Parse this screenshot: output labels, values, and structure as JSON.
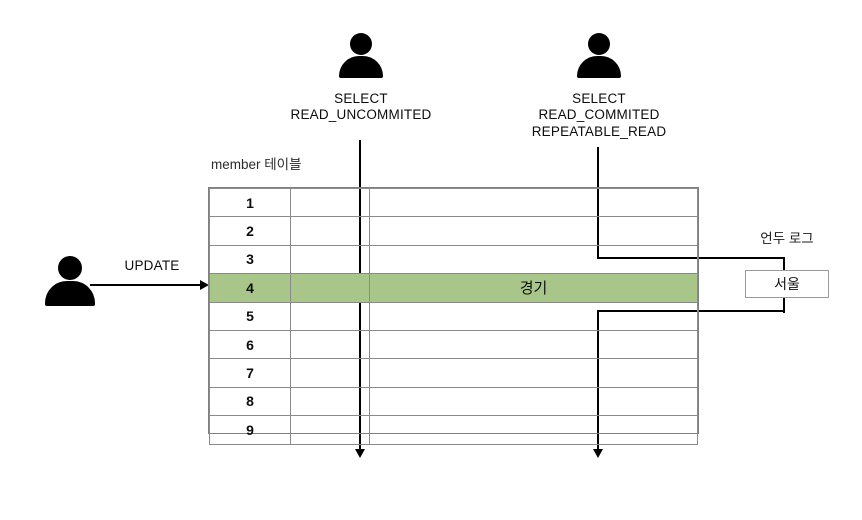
{
  "diagram": {
    "title": "MySQL transaction isolation level / undo log diagram",
    "colors": {
      "highlight_row": "#a9c68a",
      "stroke": "#000000",
      "table_border": "#808080"
    }
  },
  "actors": {
    "writer": {
      "icon": "person-icon",
      "action_label": "UPDATE"
    },
    "reader_uncommitted": {
      "icon": "person-icon",
      "lines": [
        "SELECT",
        "READ_UNCOMMITED"
      ]
    },
    "reader_committed": {
      "icon": "person-icon",
      "lines": [
        "SELECT",
        "READ_COMMITED",
        "REPEATABLE_READ"
      ]
    }
  },
  "member_table": {
    "title": "member 테이블",
    "rows": [
      {
        "id": "1",
        "mid": "",
        "value": "",
        "highlight": false
      },
      {
        "id": "2",
        "mid": "",
        "value": "",
        "highlight": false
      },
      {
        "id": "3",
        "mid": "",
        "value": "",
        "highlight": false
      },
      {
        "id": "4",
        "mid": "",
        "value": "경기",
        "highlight": true
      },
      {
        "id": "5",
        "mid": "",
        "value": "",
        "highlight": false
      },
      {
        "id": "6",
        "mid": "",
        "value": "",
        "highlight": false
      },
      {
        "id": "7",
        "mid": "",
        "value": "",
        "highlight": false
      },
      {
        "id": "8",
        "mid": "",
        "value": "",
        "highlight": false
      },
      {
        "id": "9",
        "mid": "",
        "value": "",
        "highlight": false
      }
    ]
  },
  "undo_log": {
    "title": "언두 로그",
    "entry": "서울"
  }
}
